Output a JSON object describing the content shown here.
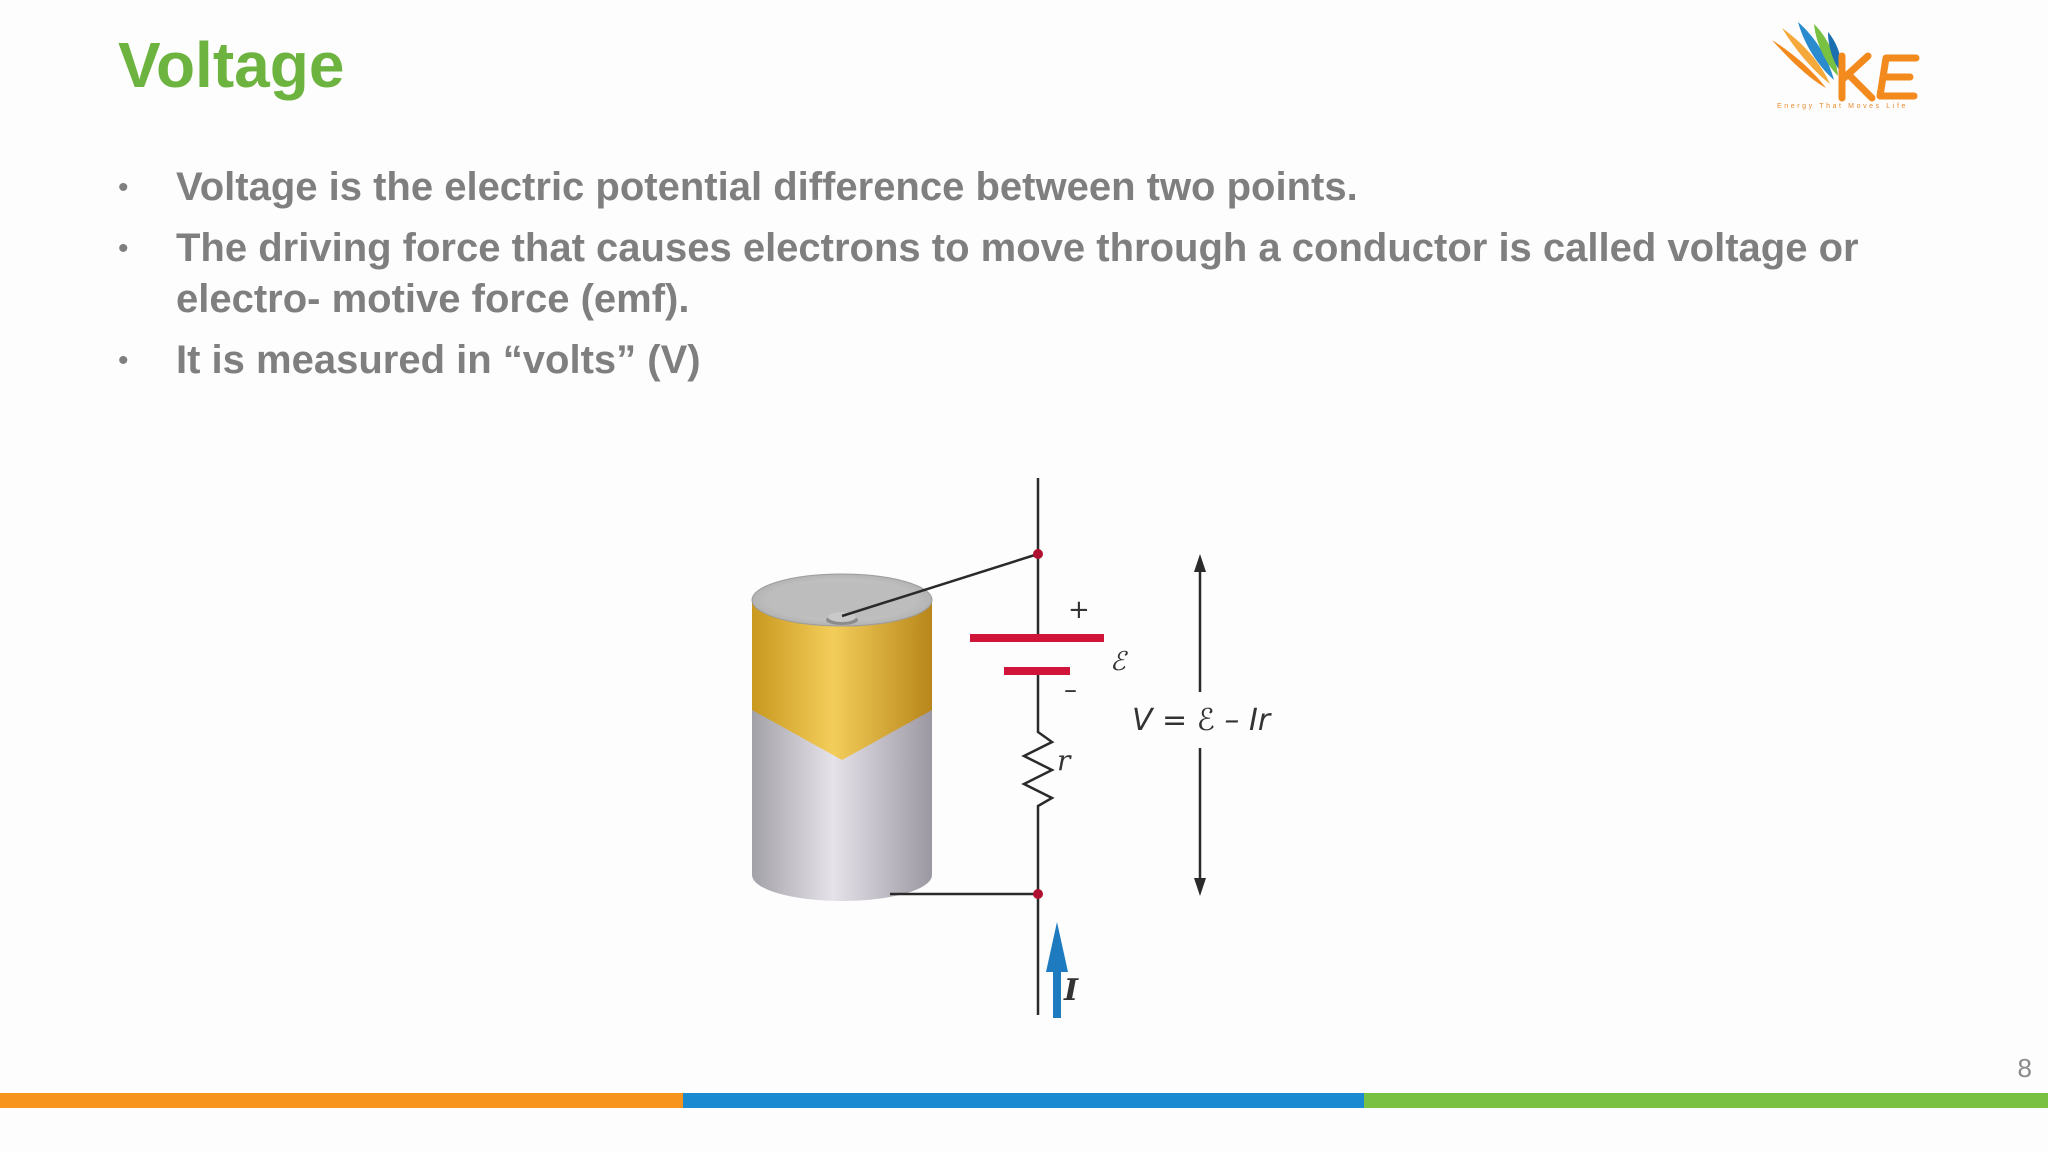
{
  "slide": {
    "title": "Voltage",
    "page_number": "8",
    "bullets": [
      "Voltage is the electric potential difference between two points.",
      "The driving force that causes electrons to move through a conductor is called voltage or electro- motive force (emf).",
      "It is measured in “volts” (V)"
    ],
    "bullet_symbol": "•"
  },
  "logo": {
    "text": "KE",
    "tagline": "Energy That Moves Life"
  },
  "diagram": {
    "plus_sign": "+",
    "minus_sign": "–",
    "emf_symbol": "ℰ",
    "resistance_symbol": "r",
    "equation": "V = ℰ – Ir",
    "current_symbol": "I"
  },
  "colors": {
    "title": "#6db33f",
    "body_text": "#7f7f7f",
    "band_orange": "#f7941d",
    "band_blue": "#1b8ad1",
    "band_green": "#79c143",
    "battery_terminal": "#d0143a",
    "current_arrow": "#1f7bbf"
  }
}
